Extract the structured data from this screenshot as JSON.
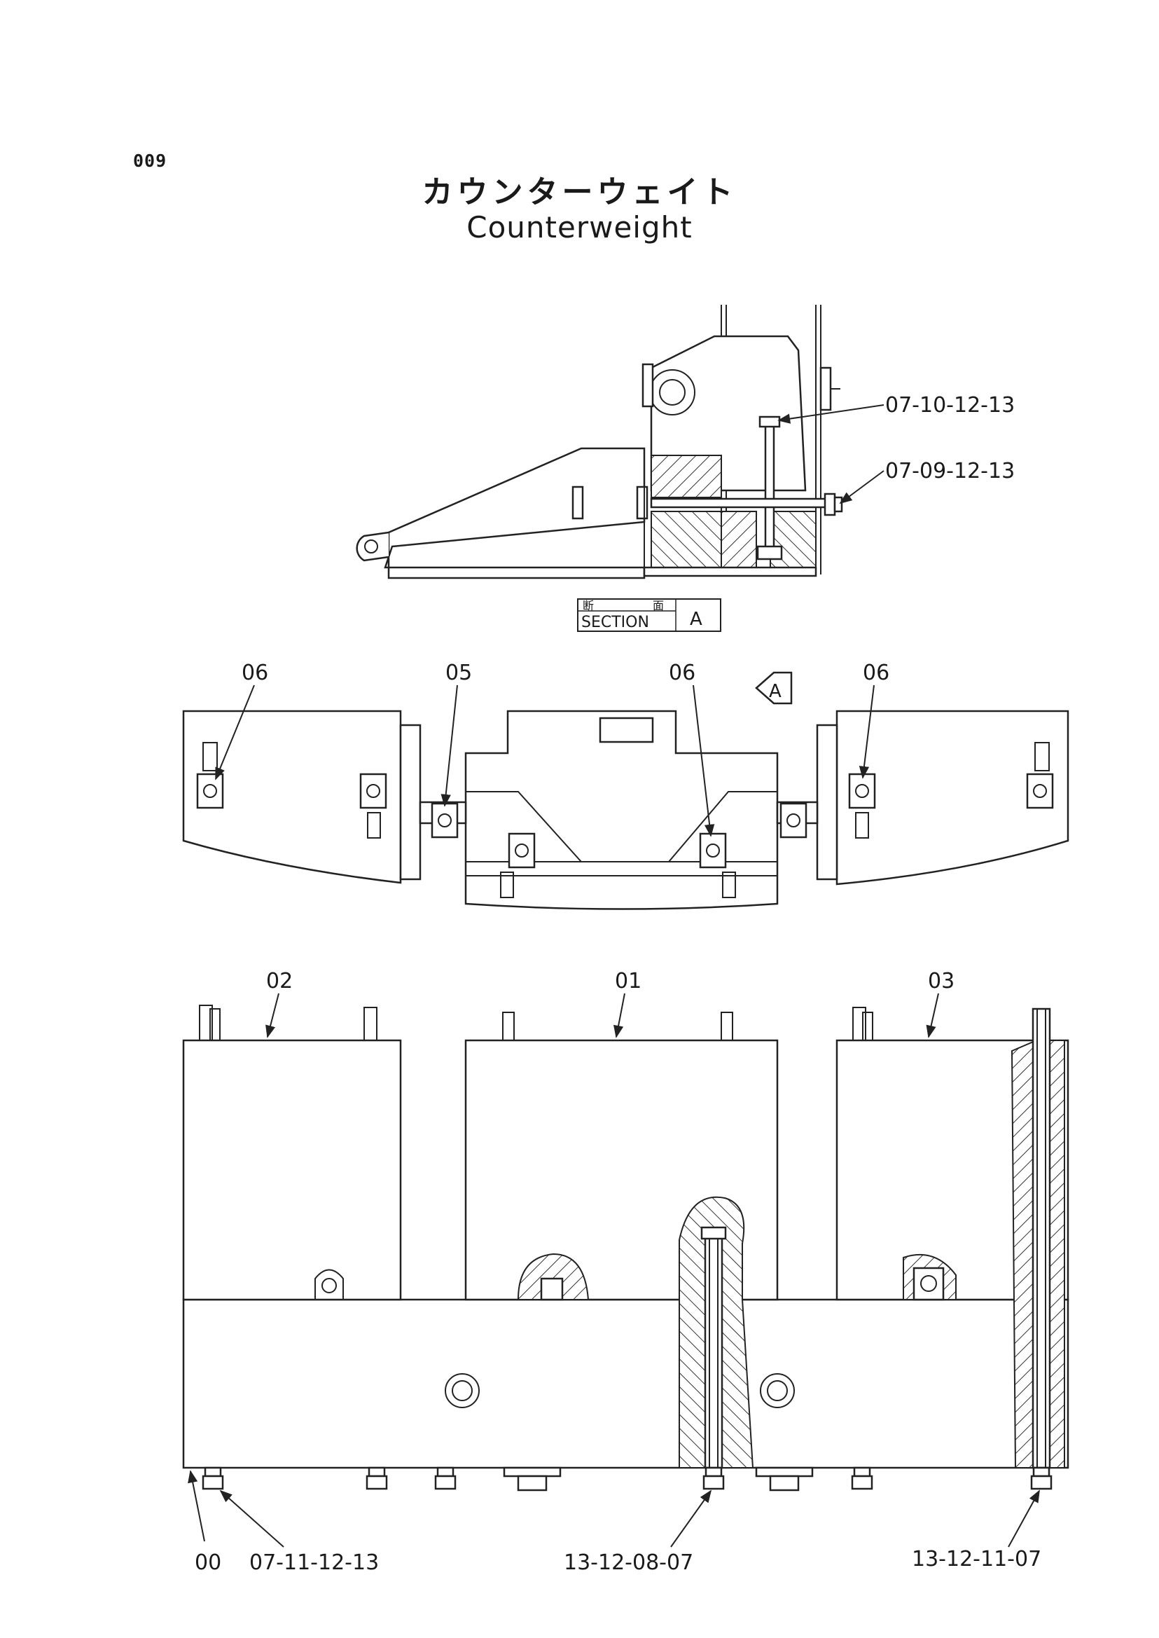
{
  "page_number": "009",
  "title_jp": "カウンターウェイト",
  "title_en": "Counterweight",
  "section_label": {
    "jp_1": "断",
    "jp_2": "面",
    "en": "SECTION",
    "letter": "A"
  },
  "view_arrow_letter": "A",
  "callouts": {
    "c_07_10": "07-10-12-13",
    "c_07_09": "07-09-12-13",
    "c_06_left": "06",
    "c_05": "05",
    "c_06_center": "06",
    "c_06_right": "06",
    "c_02": "02",
    "c_01": "01",
    "c_03": "03",
    "c_00": "00",
    "c_07_11": "07-11-12-13",
    "c_13_08": "13-12-08-07",
    "c_13_11": "13-12-11-07"
  }
}
